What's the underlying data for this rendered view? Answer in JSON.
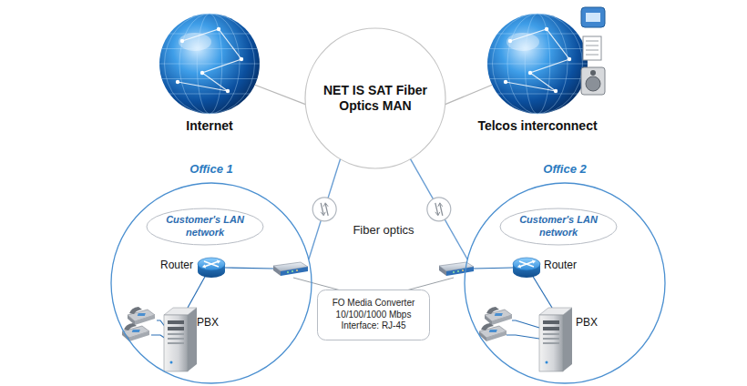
{
  "diagram": {
    "nodes": [
      {
        "text": [
          "Internet"
        ]
      },
      {
        "text": [
          "NET IS SAT Fiber Optics MAN"
        ]
      },
      {
        "text": [
          "Telcos interconnect"
        ]
      },
      {
        "text": [
          "Office 1"
        ]
      },
      {
        "text": [
          "Customer's LAN network"
        ],
        "in": 3
      },
      {
        "text": [
          "Office 2"
        ]
      },
      {
        "text": [
          "Customer's LAN network"
        ],
        "in": 5
      },
      {
        "text": [
          "FO Media Converter 10/100/1000 Mbps Interface: RJ-45"
        ]
      }
    ],
    "edges": [
      {
        "from": 0,
        "to": 1,
        "arrow": "none"
      },
      {
        "from": 1,
        "to": 2,
        "arrow": "none"
      },
      {
        "from": 1,
        "to": 3,
        "arrow": "none"
      },
      {
        "from": 1,
        "to": 5,
        "arrow": "none"
      }
    ],
    "labels": [
      "Fiber optics",
      "Router",
      "PBX",
      "Router",
      "PBX"
    ]
  }
}
